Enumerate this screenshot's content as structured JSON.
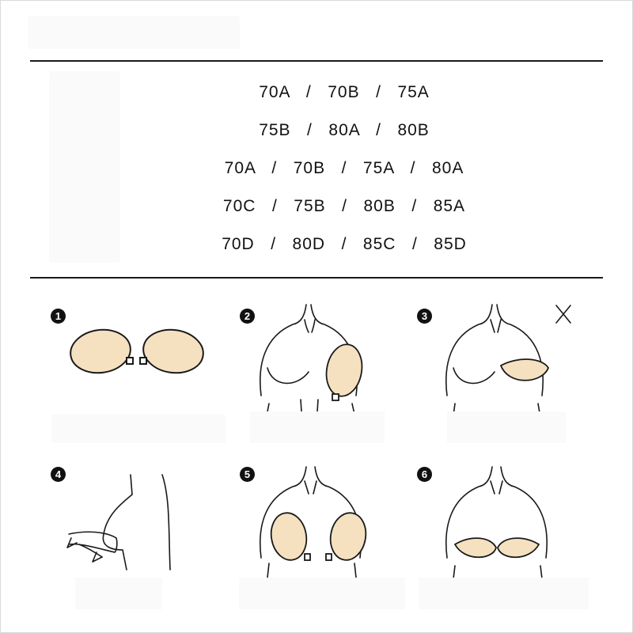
{
  "sizes": {
    "row1": "70A   /   70B   /   75A",
    "row2": "75B   /   80A   /   80B",
    "row3": "70A   /   70B   /   75A   /   80A",
    "row4": "70C   /   75B   /   80B   /   85A",
    "row5": "70D   /   80D   /   85C   /   85D"
  },
  "steps": [
    {
      "num": "1",
      "icon": "nipple-cover-pair-icon"
    },
    {
      "num": "2",
      "icon": "apply-one-cup-icon"
    },
    {
      "num": "3",
      "icon": "wrong-placement-icon"
    },
    {
      "num": "4",
      "icon": "side-press-icon"
    },
    {
      "num": "5",
      "icon": "both-cups-applied-icon"
    },
    {
      "num": "6",
      "icon": "fastened-bra-icon"
    }
  ],
  "colors": {
    "cup_fill": "#f5e1c0",
    "stroke": "#1a1a1a"
  }
}
